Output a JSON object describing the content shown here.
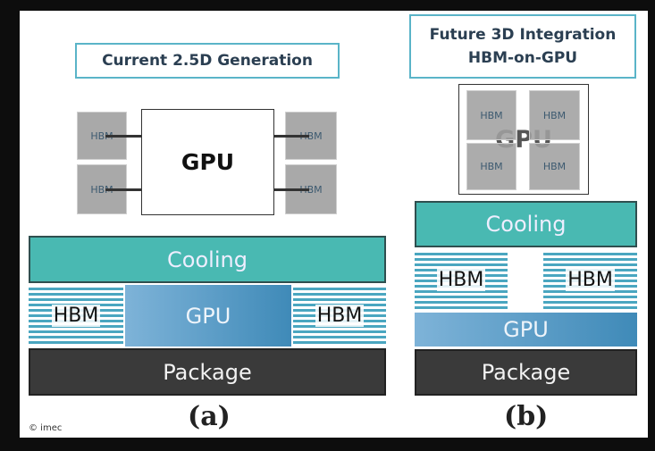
{
  "left": {
    "title": "Current 2.5D Generation",
    "gpu_die": "GPU",
    "hbm_chips": [
      "HBM",
      "HBM",
      "HBM",
      "HBM"
    ],
    "layers": {
      "cooling": "Cooling",
      "hbm_left": "HBM",
      "gpu": "GPU",
      "hbm_right": "HBM",
      "package": "Package"
    },
    "caption": "(a)"
  },
  "right": {
    "title_line1": "Future 3D Integration",
    "title_line2": "HBM-on-GPU",
    "gpu_die": "GPU",
    "hbm_chips": [
      "HBM",
      "HBM",
      "HBM",
      "HBM"
    ],
    "layers": {
      "cooling": "Cooling",
      "hbm_left": "HBM",
      "hbm_right": "HBM",
      "gpu": "GPU",
      "package": "Package"
    },
    "caption": "(b)"
  },
  "copyright": "© imec",
  "colors": {
    "cooling": "#49b9b2",
    "hbm_stripe": "#4aa6c0",
    "gpu_layer": "#3f8ab8",
    "package": "#3a3a3a",
    "title_border": "#5ab4c8"
  }
}
